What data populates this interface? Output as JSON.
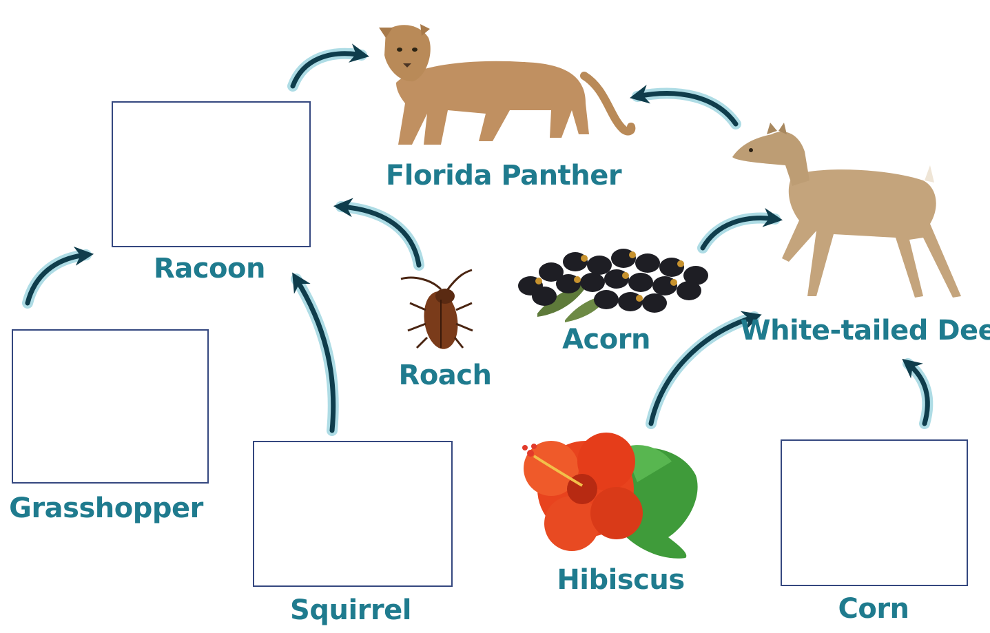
{
  "organisms": {
    "florida_panther": "Florida Panther",
    "racoon": "Racoon",
    "white_tailed_deer": "White-tailed Deer",
    "roach": "Roach",
    "acorn": "Acorn",
    "grasshopper": "Grasshopper",
    "squirrel": "Squirrel",
    "hibiscus": "Hibiscus",
    "corn": "Corn"
  },
  "colors": {
    "label": "#1f7b8e",
    "arrow": "#0f3d4c",
    "arrow_glow": "#9ad3df",
    "box_border": "#34477f"
  }
}
